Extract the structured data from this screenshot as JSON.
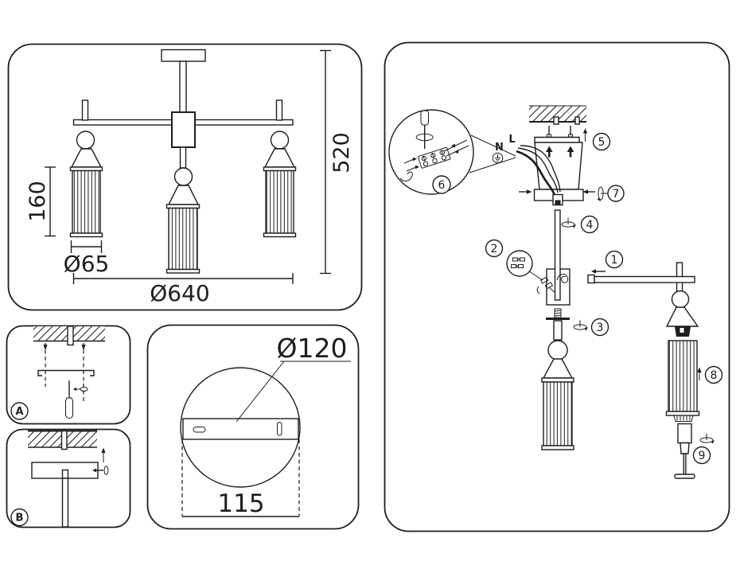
{
  "colors": {
    "line": "#1e1e1e",
    "background": "#ffffff"
  },
  "front_view": {
    "height_total": "520",
    "shade_height": "160",
    "shade_diameter": "Ø65",
    "total_diameter": "Ø640"
  },
  "detail_a": {
    "label": "A"
  },
  "detail_b": {
    "label": "B"
  },
  "canopy_view": {
    "diameter": "Ø120",
    "hole_spacing": "115"
  },
  "assembly": {
    "wire_neutral": "N",
    "wire_live": "L",
    "steps": [
      "1",
      "2",
      "3",
      "4",
      "5",
      "6",
      "7",
      "8",
      "9"
    ]
  },
  "icons": {
    "ground": "earth-ground-symbol",
    "screwdriver": "screwdriver",
    "rotation": "rotation-ellipse-arrow",
    "ceiling": "hatched-ceiling"
  }
}
